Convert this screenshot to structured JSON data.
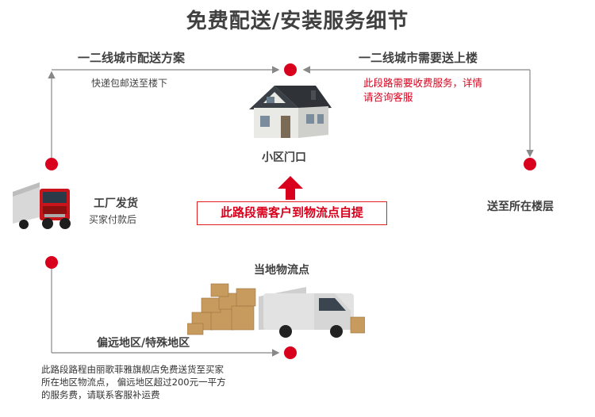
{
  "title": "免费配送/安装服务细节",
  "left_top": {
    "heading": "一二线城市配送方案",
    "sub": "快递包邮送至楼下"
  },
  "right_top": {
    "heading": "一二线城市需要送上楼",
    "note_line1": "此段路需要收费服务，详情",
    "note_line2": "请咨询客服"
  },
  "house_label": "小区门口",
  "factory": {
    "title": "工厂发货",
    "sub": "买家付款后"
  },
  "floor_label": "送至所在楼层",
  "pickup_box": "此路段需客户到物流点自提",
  "local_logistics": "当地物流点",
  "remote": {
    "heading": "偏远地区/特殊地区",
    "note_line1": "此路段路程由丽歌菲雅旗舰店免费送货至买家",
    "note_line2": "所在地区物流点， 偏远地区超过200元一平方",
    "note_line3": "的服务费，请联系客服补运费"
  },
  "colors": {
    "accent_red": "#d8001c",
    "line_gray": "#888888",
    "text_dark": "#404040"
  },
  "icons": [
    "house-illustration",
    "truck-illustration",
    "delivery-van-illustration",
    "arrow-up-icon"
  ]
}
